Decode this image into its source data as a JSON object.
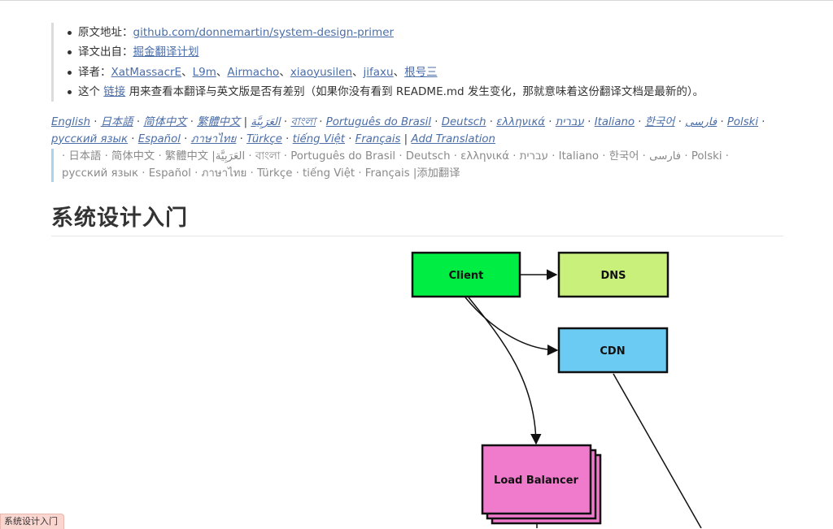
{
  "intro": {
    "items": [
      {
        "prefix": "原文地址：",
        "link": "github.com/donnemartin/system-design-primer"
      },
      {
        "prefix": "译文出自：",
        "link": "掘金翻译计划"
      },
      {
        "prefix": "译者：",
        "links": [
          "XatMassacrE",
          "L9m",
          "Airmacho",
          "xiaoyusilen",
          "jifaxu",
          "根号三"
        ],
        "separator": "、"
      },
      {
        "prefix": "这个 ",
        "link": "链接",
        "suffix": " 用来查看本翻译与英文版是否有差别（如果你没有看到 README.md 发生变化，那就意味着这份翻译文档是最新的）。"
      }
    ]
  },
  "language_links": [
    "English",
    "日本語",
    "简体中文",
    "繁體中文",
    "العَرَبِيَّة‎",
    "বাংলা",
    "Português do Brasil",
    "Deutsch",
    "ελληνικά",
    "עברית",
    "Italiano",
    "한국어",
    "فارسی",
    "Polski",
    "русский язык",
    "Español",
    "ภาษาไทย",
    "Türkçe",
    "tiếng Việt",
    "Français",
    "Add Translation"
  ],
  "translation_notice": "· 日本語 · 简体中文 · 繁體中文 |العَرَبِيَّة‎ · বাংলা · Português do Brasil · Deutsch · ελληνικά · עברית · Italiano · 한국어 · فارسی · Polski · русский язык · Español · ภาษาไทย · Türkçe · tiếng Việt · Français |添加翻译",
  "page_title": "系统设计入门",
  "diagram": {
    "nodes": {
      "client": "Client",
      "dns": "DNS",
      "cdn": "CDN",
      "load_balancer": "Load Balancer"
    },
    "colors": {
      "client": "#00ee44",
      "dns": "#c8f07a",
      "cdn": "#6ccbf2",
      "load_balancer": "#f07acc"
    }
  },
  "status_tab": "系统设计入门"
}
